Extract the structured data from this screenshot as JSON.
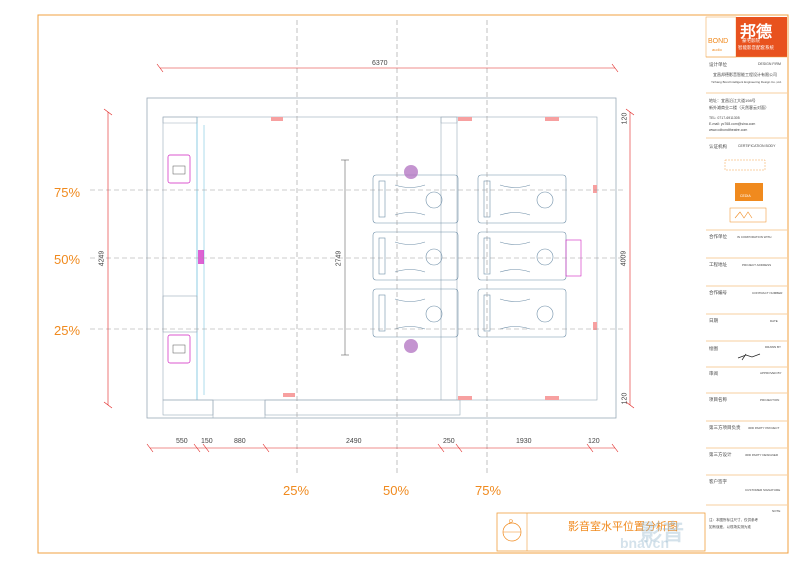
{
  "drawing": {
    "percent_labels_left": [
      "75%",
      "50%",
      "25%"
    ],
    "percent_labels_bottom": [
      "25%",
      "50%",
      "75%"
    ],
    "top_dimension": "6370",
    "left_dimension": "4249",
    "right_dimension": "4009",
    "screen_dimension": "2749",
    "right_small_top": "120",
    "right_small_bottom": "120",
    "bottom_dimensions": [
      "550",
      "150",
      "880",
      "2490",
      "250",
      "1930",
      "120"
    ]
  },
  "title_block": {
    "logo_brand": "邦德",
    "logo_en": "BOND",
    "logo_sub": "audio",
    "company_tagline1": "豪宅影院",
    "company_tagline2": "智能影音配套系统",
    "design_unit_label": "设计单位",
    "design_unit_en": "DESIGN FIRM",
    "company_name": "宜昌邦德影音智能工程设计有限公司",
    "company_en": "Yichang Bond Intelligent Engineering Design Co.,Ltd.",
    "address_label": "地址：宜昌沿江大道198号",
    "address_line2": "新外滩商业二楼（天然客云对面）",
    "tel": "TEL: 0717-6911305",
    "email": "E-mail: yc768.com@sina.com",
    "web": "www.cdbondtheatre.com",
    "cert_label": "认证机构",
    "cert_en": "CERTIFICATION BODY",
    "cedia": "CEDIA",
    "contract_unit": "合作单位",
    "contract_unit_en": "IN CORPORATION WITH",
    "project_address": "工程地址",
    "project_address_en": "PROJECT ADDRESS",
    "contract_number": "合作编号",
    "contract_number_en": "CONTRACT NUMBER",
    "date": "日期",
    "date_en": "DATE",
    "drawn": "绘图",
    "drawn_en": "DRAWN BY",
    "approved": "审阅",
    "approved_en": "APPROVED BY",
    "project_name": "项目名称",
    "project_name_en": "PROJECTION",
    "third_party_project": "第三方项目负责",
    "third_party_project_en": "3RD PARTY PROJECT",
    "third_party_design": "第三方设计",
    "third_party_design_en": "3RD PARTY DESIGNER",
    "customer_sign": "客户签字",
    "customer_sign_en": "CUSTOMER SIGNATURE",
    "note_en": "NOTE",
    "note_line1": "注：本图所标注尺寸，仅供参考",
    "note_line2": "如有误差，以现场实测为准",
    "drawing_title": "影音室水平位置分析图",
    "drawing_no": "P"
  },
  "watermark": {
    "text1": "影音",
    "text2": "bnavcn"
  },
  "colors": {
    "accent": "#f08a1e",
    "red_line": "#e0201e",
    "plan_line": "#9aaab8",
    "seat_line": "#6f8fa8",
    "magenta": "#d020c0"
  }
}
